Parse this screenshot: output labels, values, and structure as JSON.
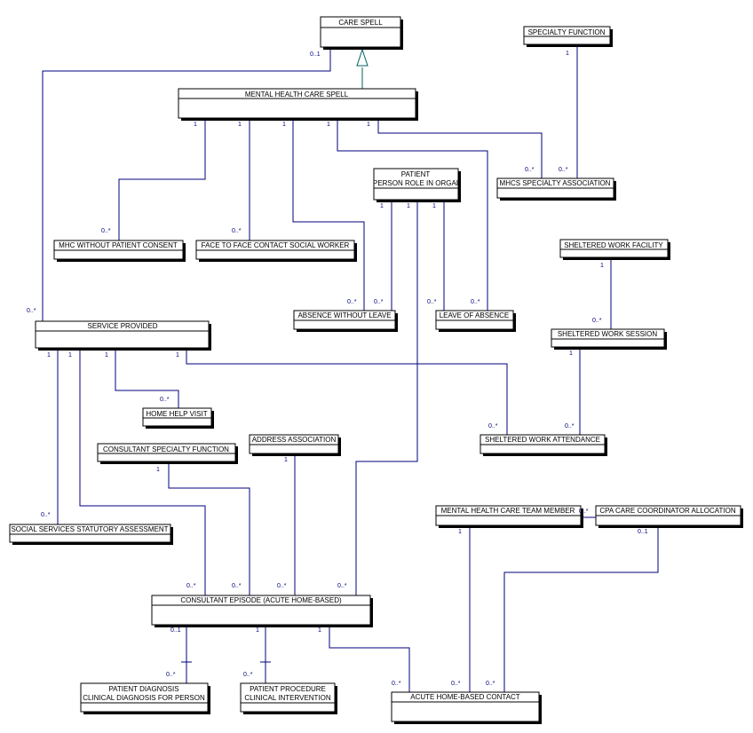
{
  "colors": {
    "relation": "#00007f",
    "generalization": "#006060",
    "box_border": "#000000"
  },
  "classes": {
    "care_spell": {
      "lines": [
        "CARE SPELL"
      ]
    },
    "specialty_function": {
      "lines": [
        "SPECIALTY FUNCTION"
      ]
    },
    "mental_health_care_spell": {
      "lines": [
        "MENTAL HEALTH CARE SPELL"
      ]
    },
    "patient": {
      "lines": [
        "PATIENT",
        "PERSON ROLE IN ORGAI"
      ]
    },
    "mhcs_specialty_association": {
      "lines": [
        "MHCS SPECIALTY ASSOCIATION"
      ]
    },
    "mhc_without_patient_consent": {
      "lines": [
        "MHC WITHOUT PATIENT CONSENT"
      ]
    },
    "face_to_face_contact_social_worker": {
      "lines": [
        "FACE TO FACE CONTACT SOCIAL WORKER"
      ]
    },
    "sheltered_work_facility": {
      "lines": [
        "SHELTERED WORK FACILITY"
      ]
    },
    "absence_without_leave": {
      "lines": [
        "ABSENCE WITHOUT LEAVE"
      ]
    },
    "leave_of_absence": {
      "lines": [
        "LEAVE OF ABSENCE"
      ]
    },
    "sheltered_work_session": {
      "lines": [
        "SHELTERED WORK SESSION"
      ]
    },
    "service_provided": {
      "lines": [
        "SERVICE PROVIDED"
      ]
    },
    "home_help_visit": {
      "lines": [
        "HOME HELP VISIT"
      ]
    },
    "sheltered_work_attendance": {
      "lines": [
        "SHELTERED WORK ATTENDANCE"
      ]
    },
    "consultant_specialty_function": {
      "lines": [
        "CONSULTANT SPECIALTY FUNCTION"
      ]
    },
    "address_association": {
      "lines": [
        "ADDRESS ASSOCIATION"
      ]
    },
    "social_services_statutory_assessment": {
      "lines": [
        "SOCIAL SERVICES STATUTORY ASSESSMENT"
      ]
    },
    "mental_health_care_team_member": {
      "lines": [
        "MENTAL HEALTH CARE TEAM MEMBER"
      ]
    },
    "cpa_care_coordinator_allocation": {
      "lines": [
        "CPA CARE COORDINATOR ALLOCATION"
      ]
    },
    "consultant_episode": {
      "lines": [
        "CONSULTANT EPISODE (ACUTE HOME-BASED)"
      ]
    },
    "patient_diagnosis": {
      "lines": [
        "PATIENT DIAGNOSIS",
        "CLINICAL DIAGNOSIS FOR PERSON"
      ]
    },
    "patient_procedure": {
      "lines": [
        "PATIENT PROCEDURE",
        "CLINICAL INTERVENTION"
      ]
    },
    "acute_home_based_contact": {
      "lines": [
        "ACUTE HOME-BASED CONTACT"
      ]
    }
  },
  "multiplicities": {
    "m01": "0..1",
    "m02": "1",
    "m03": "0..*",
    "m04": "0..*",
    "m05": "1",
    "m06": "1",
    "m07": "1",
    "m08": "1",
    "m09": "1",
    "m10": "0..*",
    "m11": "0..*",
    "m12": "1",
    "m13": "1",
    "m14": "1",
    "m15": "0..*",
    "m16": "0..*",
    "m17": "0..*",
    "m18": "0..*",
    "m19": "1",
    "m20": "0..*",
    "m21": "0..*",
    "m22": "0..*",
    "m23": "0..*",
    "m24": "1",
    "m25": "1",
    "m26": "1",
    "m27": "1",
    "m28": "0..*",
    "m29": "1",
    "m30": "0..*",
    "m31": "0..*",
    "m32": "1",
    "m33": "1",
    "m34": "0..*",
    "m35": "1",
    "m36": "0..1",
    "m37": "0..*",
    "m38": "0..*",
    "m39": "0..*",
    "m40": "0..1",
    "m41": "1",
    "m42": "1",
    "m43": "0..*",
    "m44": "0..*",
    "m45": "0..*",
    "m46": "0..*"
  }
}
